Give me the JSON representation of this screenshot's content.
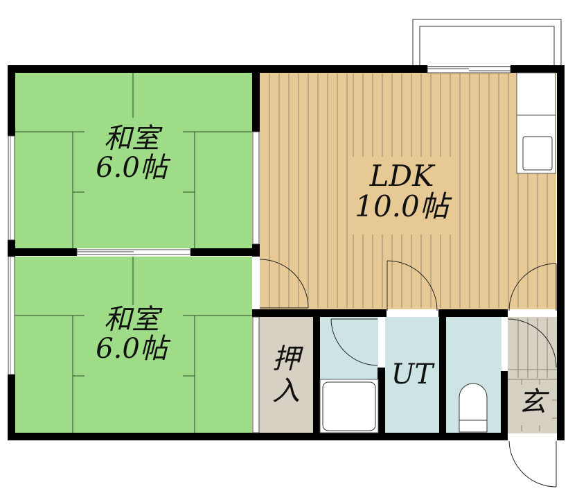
{
  "colors": {
    "wall": "#000000",
    "tatami": "#9edc88",
    "ldk_floor": "#e6c994",
    "ldk_line": "#9a8a70",
    "wet_area": "#cde3e4",
    "storage": "#d7d1c4",
    "genkan": "#d7d1c4",
    "fixture": "#ffffff"
  },
  "rooms": [
    {
      "id": "washitsu-1",
      "name": "和室",
      "size": "6.0帖",
      "type": "tatami"
    },
    {
      "id": "washitsu-2",
      "name": "和室",
      "size": "6.0帖",
      "type": "tatami"
    },
    {
      "id": "ldk",
      "name": "LDK",
      "size": "10.0帖",
      "type": "flooring"
    },
    {
      "id": "oshiire",
      "name": "押入",
      "line1": "押",
      "line2": "入",
      "type": "closet"
    },
    {
      "id": "utility",
      "name": "UT",
      "type": "wet"
    },
    {
      "id": "genkan",
      "name": "玄",
      "type": "entrance"
    }
  ],
  "fixtures": [
    {
      "id": "bathtub",
      "room": "bath"
    },
    {
      "id": "toilet",
      "room": "toilet"
    },
    {
      "id": "kitchen-sink",
      "room": "ldk"
    },
    {
      "id": "balcony",
      "room": "exterior"
    }
  ]
}
